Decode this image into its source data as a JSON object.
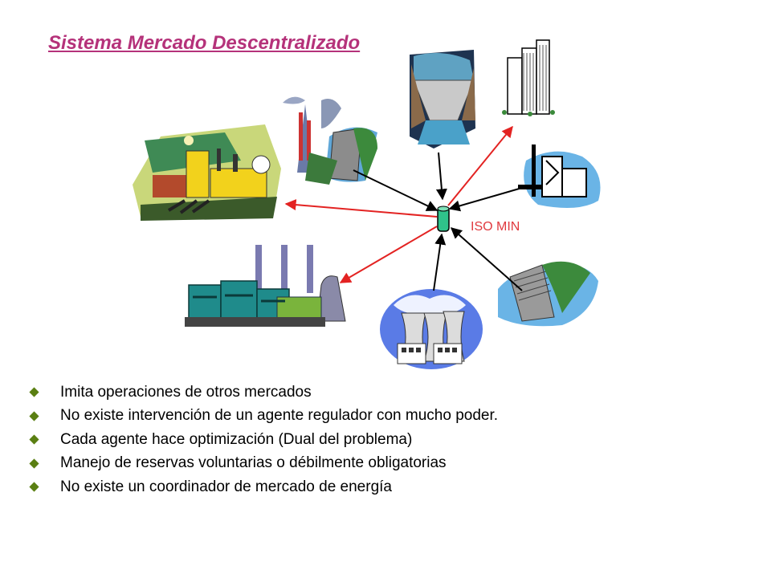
{
  "slide": {
    "title": "Sistema Mercado Descentralizado",
    "iso_label": "ISO MIN",
    "bullets": [
      "Imita operaciones de otros mercados",
      "No existe intervención de un agente regulador con mucho poder.",
      "Cada agente hace optimización (Dual del problema)",
      "Manejo de reservas voluntarias o débilmente obligatorias",
      "No existe un coordinador de mercado de energía"
    ]
  },
  "colors": {
    "title": "#b5327a",
    "iso_label": "#e0393e",
    "red_arrow": "#e32322",
    "black_arrow": "#000000",
    "iso_node": "#2fc28a",
    "bullet": "#5a7f12"
  },
  "icons": {
    "bullet": "diamond-bullet-icon",
    "iso_node": "iso-node-icon",
    "factory": "factory-icon",
    "dam": "dam-icon",
    "office": "office-building-icon",
    "refinery": "refinery-icon",
    "power_plant": "power-plant-icon",
    "cooling_towers": "cooling-towers-icon"
  }
}
